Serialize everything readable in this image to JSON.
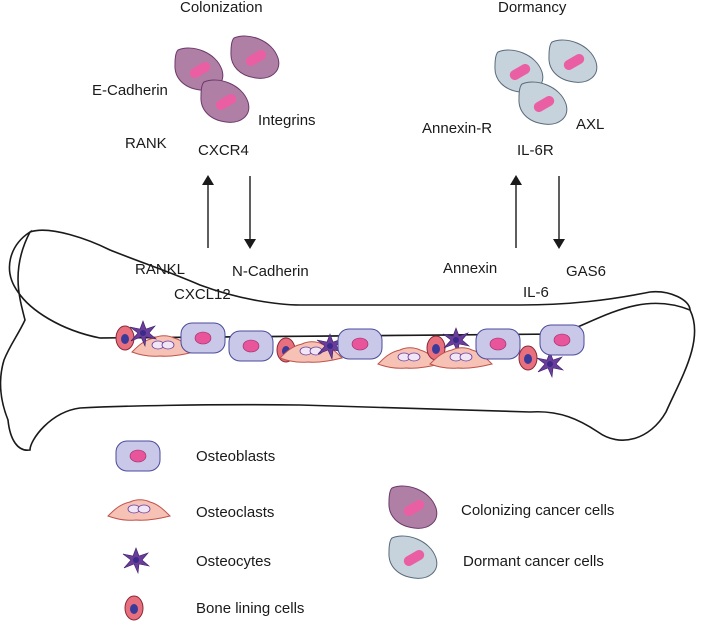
{
  "sections": {
    "colonization": "Colonization",
    "dormancy": "Dormancy"
  },
  "colonization_labels": {
    "e_cadherin": "E-Cadherin",
    "integrins": "Integrins",
    "rank": "RANK",
    "cxcr4": "CXCR4",
    "rankl": "RANKL",
    "n_cadherin": "N-Cadherin",
    "cxcl12": "CXCL12"
  },
  "dormancy_labels": {
    "annexin_r": "Annexin-R",
    "axl": "AXL",
    "il6r": "IL-6R",
    "annexin": "Annexin",
    "gas6": "GAS6",
    "il6": "IL-6"
  },
  "legend": {
    "osteoblasts": "Osteoblasts",
    "osteoclasts": "Osteoclasts",
    "osteocytes": "Osteocytes",
    "bone_lining": "Bone lining cells",
    "colonizing": "Colonizing cancer cells",
    "dormant": "Dormant cancer cells"
  },
  "colors": {
    "osteoblast_fill": "#c9c8e8",
    "osteoblast_nucleus": "#e8559a",
    "osteoclast_fill": "#f6c2b6",
    "osteocyte": "#6a3d9a",
    "bone_lining_fill": "#e8707e",
    "bone_lining_nucleus": "#3a3a9a",
    "colonizing_fill": "#b07fa6",
    "dormant_fill": "#c7d3dc",
    "cancer_nucleus": "#ea5fa4"
  }
}
